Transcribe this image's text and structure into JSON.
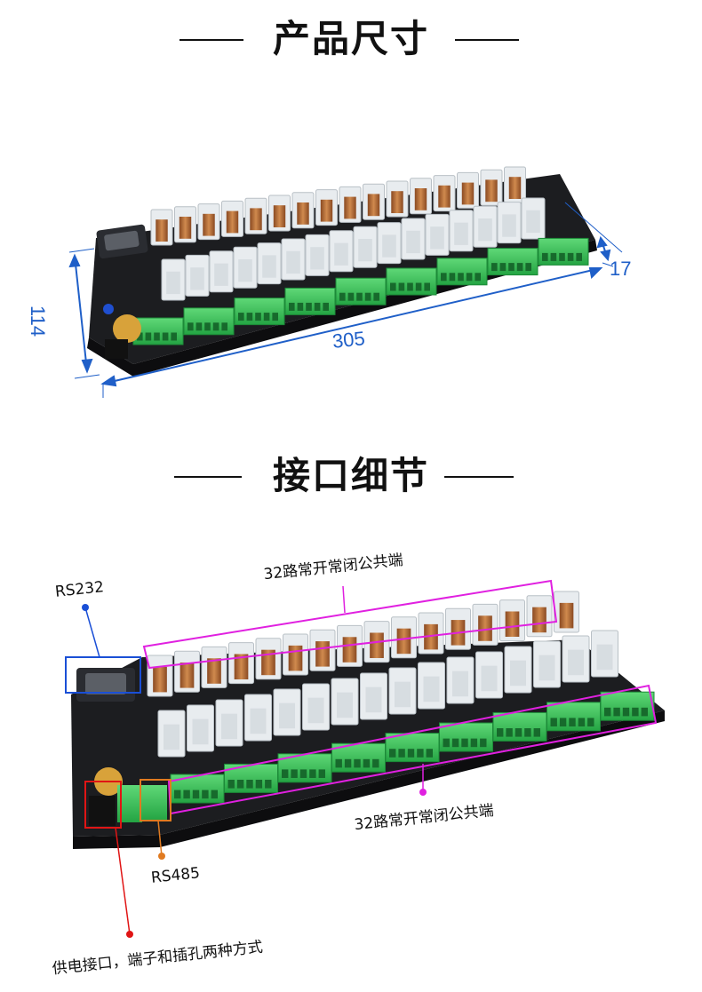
{
  "sections": {
    "size": {
      "title": "产品尺寸"
    },
    "interfaces": {
      "title": "接口细节"
    }
  },
  "dimensions": {
    "height": "114",
    "length": "305",
    "depth": "17"
  },
  "callouts": {
    "rs232": "RS232",
    "rs485": "RS485",
    "terminals_top": "32路常开常闭公共端",
    "terminals_bottom": "32路常开常闭公共端",
    "power": "供电接口，端子和插孔两种方式"
  },
  "colors": {
    "dimension": "#1f5fc8",
    "rs232_box": "#1a4fd6",
    "terminal_box": "#e020e0",
    "rs485_box": "#e07a20",
    "power_box": "#e01515",
    "pcb": "#1c1d20",
    "terminal_block": "#3bc45a",
    "relay_coil": "#b8703a"
  }
}
